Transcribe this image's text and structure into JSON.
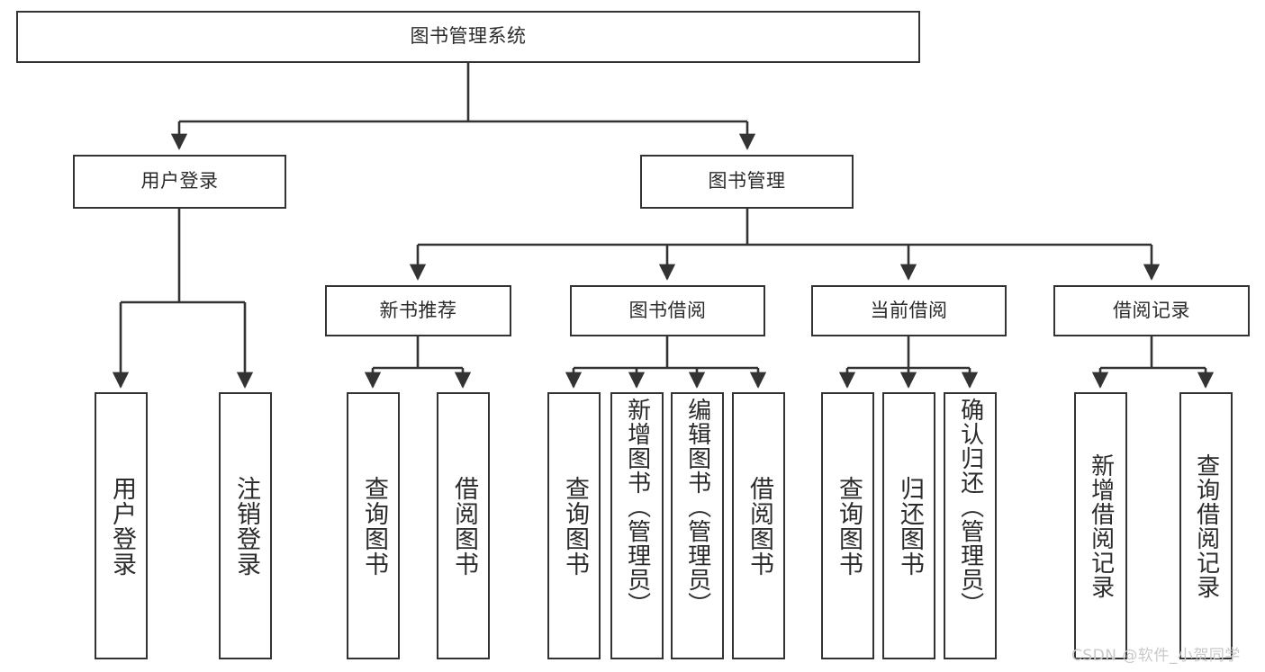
{
  "diagram": {
    "title": "图书管理系统",
    "type": "tree-hierarchy-chart",
    "orientation": "top-down",
    "colors": {
      "box_border": "#333333",
      "box_fill": "#ffffff",
      "edge": "#333333",
      "text": "#2b2b2b",
      "watermark": "#c9c9c9",
      "background": "#ffffff"
    }
  },
  "watermark": {
    "text": "CSDN @软件_小贺同学"
  },
  "nodes": {
    "root": {
      "label": "图书管理系统"
    },
    "level2": [
      {
        "id": "user-login",
        "label": "用户登录"
      },
      {
        "id": "book-management",
        "label": "图书管理"
      }
    ],
    "level3": [
      {
        "id": "new-book-recommend",
        "label": "新书推荐"
      },
      {
        "id": "book-borrow",
        "label": "图书借阅"
      },
      {
        "id": "current-borrow",
        "label": "当前借阅"
      },
      {
        "id": "borrow-record",
        "label": "借阅记录"
      }
    ],
    "leaves": {
      "user-login": [
        {
          "id": "leaf-user-login",
          "label": "用户登录"
        },
        {
          "id": "leaf-user-logout",
          "label": "注销登录"
        }
      ],
      "new-book-recommend": [
        {
          "id": "leaf-query-book-1",
          "label": "查询图书"
        },
        {
          "id": "leaf-borrow-book-1",
          "label": "借阅图书"
        }
      ],
      "book-borrow": [
        {
          "id": "leaf-query-book-2",
          "label": "查询图书"
        },
        {
          "id": "leaf-add-book",
          "label": "新增图书（管理员）"
        },
        {
          "id": "leaf-edit-book",
          "label": "编辑图书（管理员）"
        },
        {
          "id": "leaf-borrow-book-2",
          "label": "借阅图书"
        }
      ],
      "current-borrow": [
        {
          "id": "leaf-query-book-3",
          "label": "查询图书"
        },
        {
          "id": "leaf-return-book",
          "label": "归还图书"
        },
        {
          "id": "leaf-confirm-return",
          "label": "确认归还（管理员）"
        }
      ],
      "borrow-record": [
        {
          "id": "leaf-add-record",
          "label": "新增借阅记录"
        },
        {
          "id": "leaf-query-record",
          "label": "查询借阅记录"
        }
      ]
    }
  }
}
